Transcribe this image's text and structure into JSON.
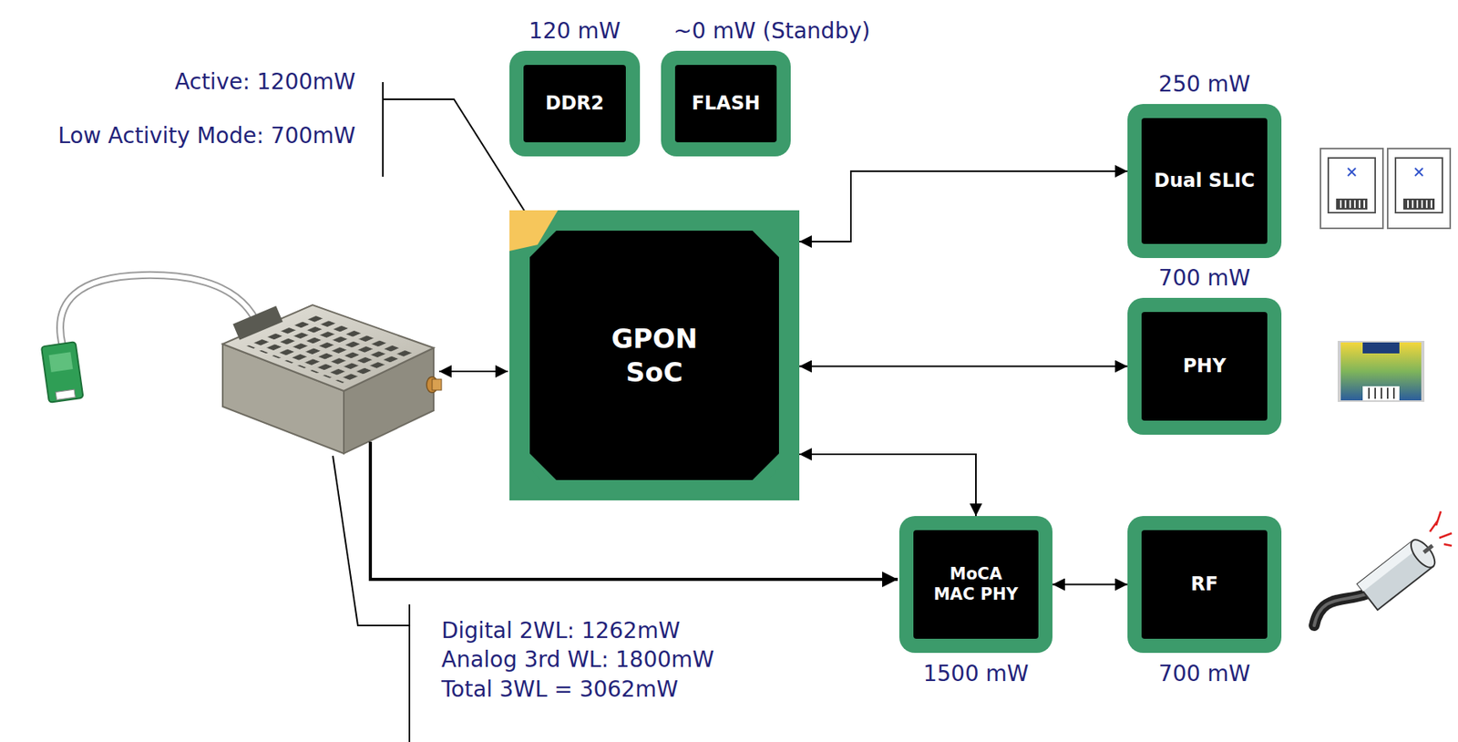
{
  "diagram": {
    "nodes": [
      {
        "text": [
          "120 mW",
          "DDR2"
        ]
      },
      {
        "text": [
          "~0 mW (Standby)",
          "FLASH"
        ]
      },
      {
        "text": [
          "GPON SoC"
        ]
      },
      {
        "text": [
          "250 mW",
          "Dual SLIC"
        ]
      },
      {
        "text": [
          "700 mW",
          "PHY"
        ]
      },
      {
        "text": [
          "MoCA MAC PHY",
          "1500 mW"
        ]
      },
      {
        "text": [
          "RF",
          "700 mW"
        ]
      }
    ],
    "edges": [
      {
        "from": 2,
        "to": 3,
        "arrow": "both"
      },
      {
        "from": 2,
        "to": 4,
        "arrow": "both"
      },
      {
        "from": 2,
        "to": 5,
        "arrow": "both"
      },
      {
        "from": 5,
        "to": 6,
        "arrow": "both"
      }
    ],
    "labels": [
      "Active: 1200mW",
      "Low Activity Mode: 700mW",
      "Digital 2WL: 1262mW",
      "Analog 3rd WL: 1800mW",
      "Total 3WL = 3062mW"
    ]
  }
}
